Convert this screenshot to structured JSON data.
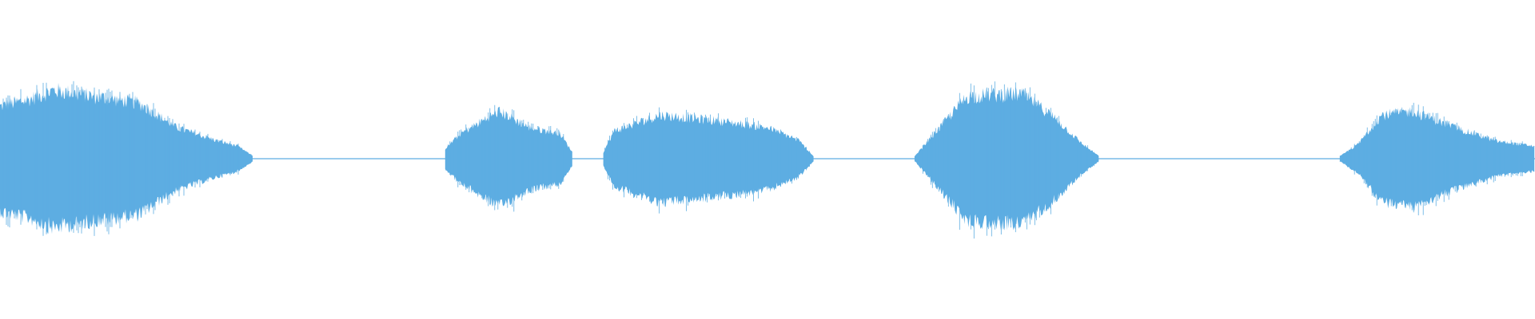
{
  "waveform": {
    "color": "#5dade2",
    "background": "#ffffff",
    "duration_fraction_total": 1.0,
    "segments": [
      {
        "start": 0.0,
        "end": 0.165,
        "envelope": [
          [
            0.0,
            0.42
          ],
          [
            0.02,
            0.48
          ],
          [
            0.035,
            0.55
          ],
          [
            0.06,
            0.5
          ],
          [
            0.09,
            0.45
          ],
          [
            0.115,
            0.25
          ],
          [
            0.14,
            0.15
          ],
          [
            0.155,
            0.1
          ],
          [
            0.165,
            0.02
          ]
        ]
      },
      {
        "start": 0.29,
        "end": 0.373,
        "envelope": [
          [
            0.29,
            0.08
          ],
          [
            0.3,
            0.2
          ],
          [
            0.325,
            0.38
          ],
          [
            0.345,
            0.25
          ],
          [
            0.365,
            0.2
          ],
          [
            0.373,
            0.05
          ]
        ]
      },
      {
        "start": 0.393,
        "end": 0.53,
        "envelope": [
          [
            0.393,
            0.05
          ],
          [
            0.4,
            0.22
          ],
          [
            0.43,
            0.35
          ],
          [
            0.47,
            0.3
          ],
          [
            0.5,
            0.25
          ],
          [
            0.52,
            0.15
          ],
          [
            0.53,
            0.02
          ]
        ]
      },
      {
        "start": 0.596,
        "end": 0.716,
        "envelope": [
          [
            0.596,
            0.02
          ],
          [
            0.61,
            0.22
          ],
          [
            0.63,
            0.5
          ],
          [
            0.665,
            0.52
          ],
          [
            0.685,
            0.35
          ],
          [
            0.705,
            0.12
          ],
          [
            0.716,
            0.02
          ]
        ]
      },
      {
        "start": 0.873,
        "end": 1.0,
        "envelope": [
          [
            0.873,
            0.02
          ],
          [
            0.885,
            0.12
          ],
          [
            0.9,
            0.35
          ],
          [
            0.92,
            0.38
          ],
          [
            0.95,
            0.24
          ],
          [
            0.975,
            0.14
          ],
          [
            1.0,
            0.1
          ]
        ]
      }
    ],
    "silence_amplitude": 0.006
  }
}
